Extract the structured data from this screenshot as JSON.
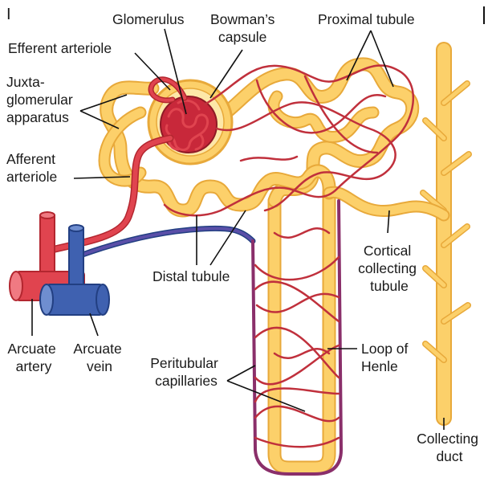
{
  "colors": {
    "tubule_fill": "#fcd06a",
    "tubule_outline": "#e8a93a",
    "artery": "#e0444f",
    "artery_dark": "#b3262f",
    "vein": "#3f61b0",
    "vein_dark": "#223f82",
    "glomerulus": "#c8283a",
    "capsule": "#fde7a8"
  },
  "panel_marker": "I",
  "labels": {
    "glomerulus": "Glomerulus",
    "bowmans_capsule": [
      "Bowman’s",
      "capsule"
    ],
    "proximal_tubule": "Proximal tubule",
    "efferent_arteriole": "Efferent arteriole",
    "juxtaglomerular": [
      "Juxta-",
      "glomerular",
      "apparatus"
    ],
    "afferent_arteriole": [
      "Afferent",
      "arteriole"
    ],
    "cortical_collecting": [
      "Cortical",
      "collecting",
      "tubule"
    ],
    "distal_tubule": "Distal tubule",
    "arcuate_artery": [
      "Arcuate",
      "artery"
    ],
    "arcuate_vein": [
      "Arcuate",
      "vein"
    ],
    "peritubular": [
      "Peritubular",
      "capillaries"
    ],
    "loop_of_henle": [
      "Loop of",
      "Henle"
    ],
    "collecting_duct": [
      "Collecting",
      "duct"
    ]
  }
}
